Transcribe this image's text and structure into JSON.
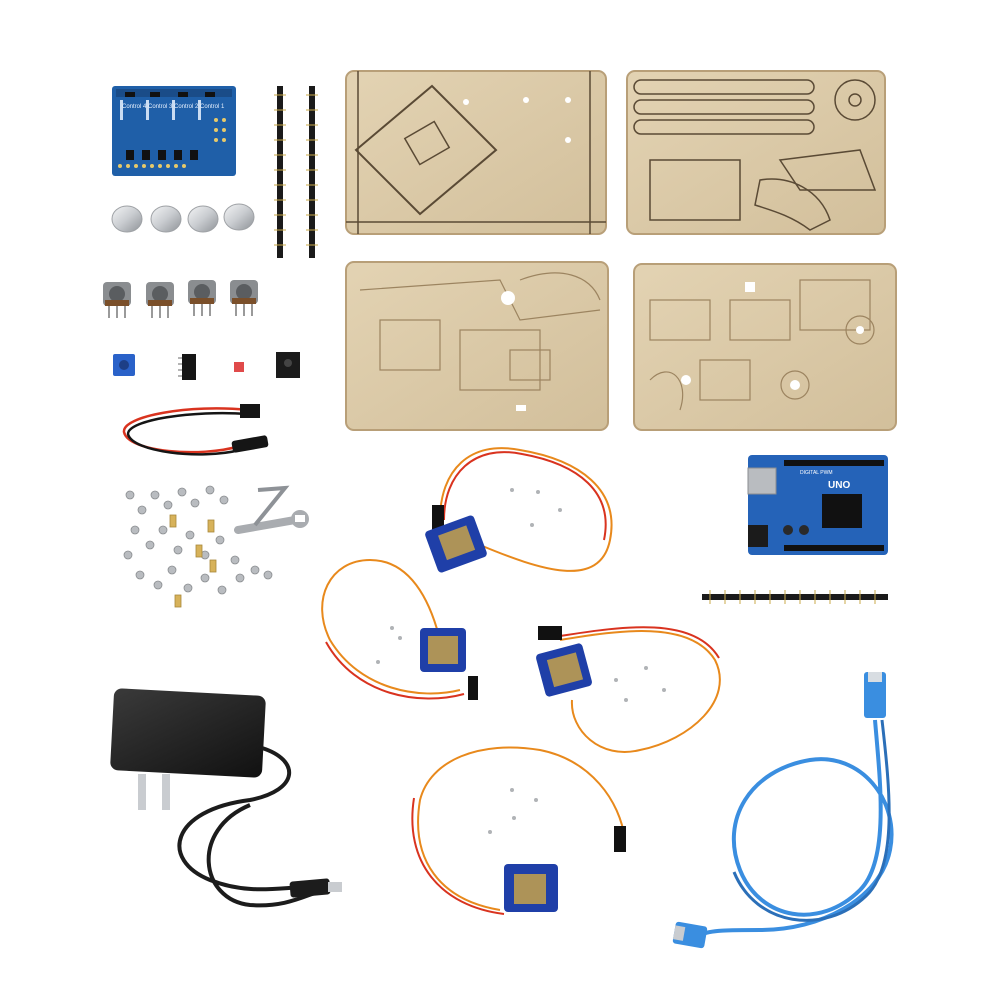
{
  "scene": {
    "background": "#ffffff",
    "colors": {
      "acrylic": "#d9c8a6",
      "acrylic_edge": "#b89f78",
      "pcb_blue": "#1f5fa8",
      "uno_blue": "#2563b8",
      "servo_blue": "#1f3fa8",
      "wire_red": "#d9331f",
      "wire_orange": "#e8891c",
      "wire_brown": "#7a4a2a",
      "usb_cable": "#3a8ee0",
      "adapter_black": "#1c1c1c",
      "pin_black": "#1a1a1a",
      "metal": "#b9bcc0"
    }
  },
  "labels": {
    "shield_control_4": "Control 4",
    "shield_control_3": "Control 3",
    "shield_control_2": "Control 2",
    "shield_control_1": "Control 1",
    "uno_logo": "UNO",
    "uno_digital": "DIGITAL PWM"
  },
  "counts": {
    "servos": 4,
    "knobs": 4,
    "potentiometers": 4,
    "acrylic_panels": 4
  }
}
